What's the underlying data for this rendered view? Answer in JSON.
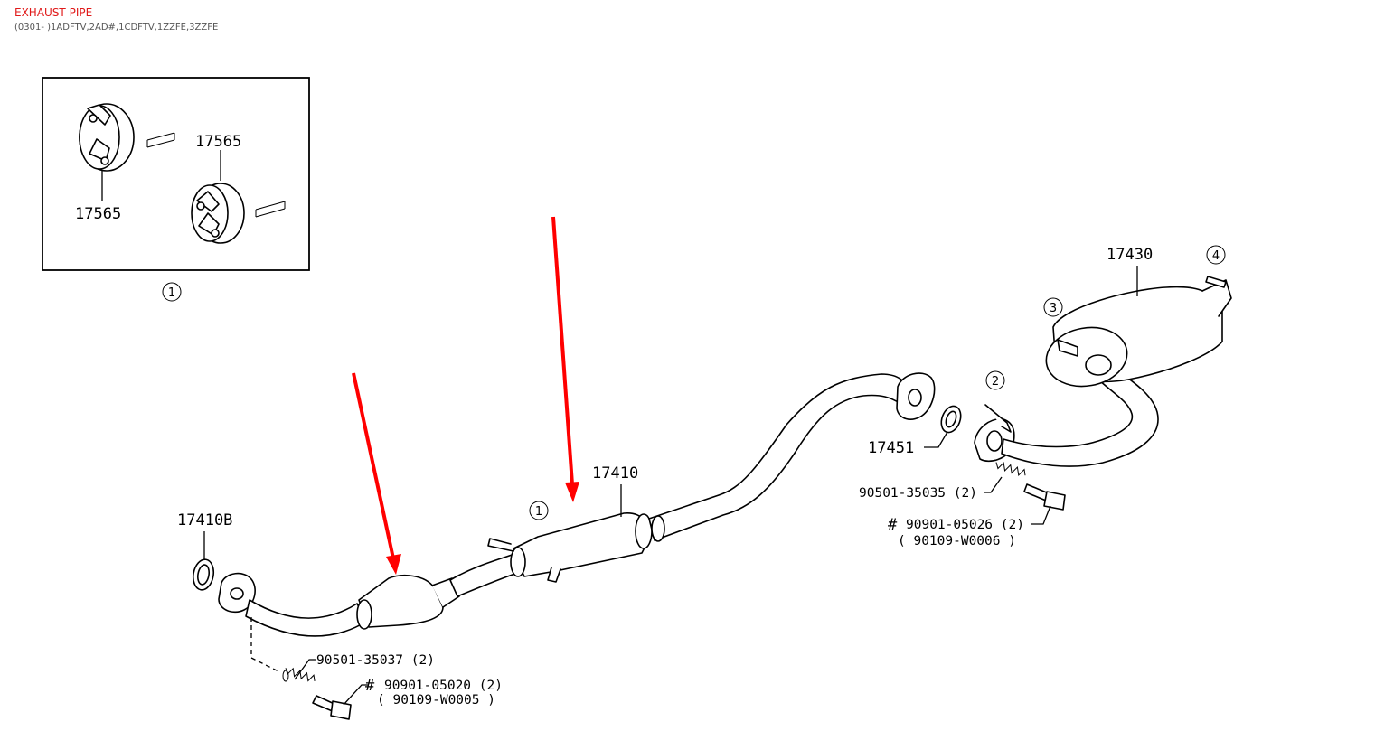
{
  "header": {
    "title": "EXHAUST PIPE",
    "subtitle": "(0301- )1ADFTV,2AD#,1CDFTV,1ZZFE,3ZZFE"
  },
  "labels": {
    "inset_top": "17565",
    "inset_bottom": "17565",
    "gasket_front": "17410B",
    "front_pipe": "17410",
    "gasket_center": "17451",
    "tail_pipe": "17430",
    "spring_front": "90501-35037 (2)",
    "bolt_front_mark": "#",
    "bolt_front": "90901-05020 (2)",
    "bolt_front_alt": "( 90109-W0005 )",
    "spring_rear": "90501-35035 (2)",
    "bolt_rear_mark": "#",
    "bolt_rear": "90901-05026 (2)",
    "bolt_rear_alt": "( 90109-W0006 )"
  },
  "callouts": {
    "inset": "1",
    "pipe_hanger": "1",
    "rear_flange": "2",
    "muffler_hanger": "3",
    "tail_hanger": "4"
  },
  "colors": {
    "title": "#e01a1a",
    "subtitle": "#555555",
    "arrow": "#ff0000",
    "line": "#000000"
  }
}
